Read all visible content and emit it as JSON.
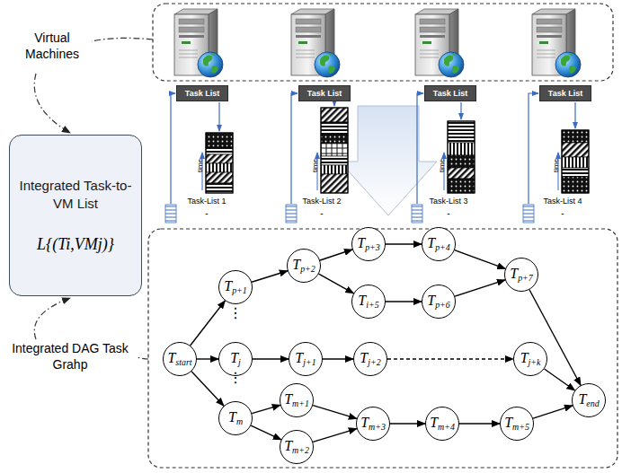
{
  "diagram": {
    "nodes": [
      {
        "text": [
          "Integrated Task-to-VM List",
          "L{(Ti,VMj)}"
        ]
      },
      {
        "text": [
          "Task List"
        ]
      },
      {
        "text": [
          "Task List"
        ]
      },
      {
        "text": [
          "Task List"
        ]
      },
      {
        "text": [
          "Task List"
        ]
      },
      {
        "text": [
          "Tstart"
        ]
      },
      {
        "text": [
          "Tp+1"
        ]
      },
      {
        "text": [
          "Tp+2"
        ]
      },
      {
        "text": [
          "Tp+3"
        ]
      },
      {
        "text": [
          "Tp+4"
        ]
      },
      {
        "text": [
          "Ti+5"
        ]
      },
      {
        "text": [
          "Tp+6"
        ]
      },
      {
        "text": [
          "Tp+7"
        ]
      },
      {
        "text": [
          "Tj"
        ]
      },
      {
        "text": [
          "Tj+1"
        ]
      },
      {
        "text": [
          "Tj+2"
        ]
      },
      {
        "text": [
          "Tj+k"
        ]
      },
      {
        "text": [
          "Tm"
        ]
      },
      {
        "text": [
          "Tm+1"
        ]
      },
      {
        "text": [
          "Tm+2"
        ]
      },
      {
        "text": [
          "Tm+3"
        ]
      },
      {
        "text": [
          "Tm+4"
        ]
      },
      {
        "text": [
          "Tm+5"
        ]
      },
      {
        "text": [
          "Tend"
        ]
      }
    ],
    "edges": [
      {
        "from": 5,
        "to": 6,
        "arrow": "to"
      },
      {
        "from": 5,
        "to": 13,
        "arrow": "to"
      },
      {
        "from": 5,
        "to": 17,
        "arrow": "to"
      },
      {
        "from": 6,
        "to": 7,
        "arrow": "to"
      },
      {
        "from": 7,
        "to": 8,
        "arrow": "to"
      },
      {
        "from": 7,
        "to": 10,
        "arrow": "to"
      },
      {
        "from": 8,
        "to": 9,
        "arrow": "to"
      },
      {
        "from": 10,
        "to": 11,
        "arrow": "to"
      },
      {
        "from": 9,
        "to": 12,
        "arrow": "to"
      },
      {
        "from": 11,
        "to": 12,
        "arrow": "to"
      },
      {
        "from": 12,
        "to": 23,
        "arrow": "to"
      },
      {
        "from": 13,
        "to": 14,
        "arrow": "to"
      },
      {
        "from": 14,
        "to": 15,
        "arrow": "to"
      },
      {
        "from": 15,
        "to": 16,
        "arrow": "to"
      },
      {
        "from": 16,
        "to": 23,
        "arrow": "to"
      },
      {
        "from": 17,
        "to": 18,
        "arrow": "to"
      },
      {
        "from": 17,
        "to": 19,
        "arrow": "to"
      },
      {
        "from": 18,
        "to": 20,
        "arrow": "to"
      },
      {
        "from": 19,
        "to": 20,
        "arrow": "to"
      },
      {
        "from": 20,
        "to": 21,
        "arrow": "to"
      },
      {
        "from": 21,
        "to": 22,
        "arrow": "to"
      },
      {
        "from": 22,
        "to": 23,
        "arrow": "to"
      }
    ],
    "labels": [
      "Virtual Machines",
      "Integrated DAG Task Grahp",
      "time",
      "time",
      "time",
      "time",
      "Task-List 1",
      "Task-List 2",
      "Task-List 3",
      "Task-List 4",
      "-",
      "-",
      "-",
      "-",
      "⋮",
      "⋮"
    ]
  }
}
